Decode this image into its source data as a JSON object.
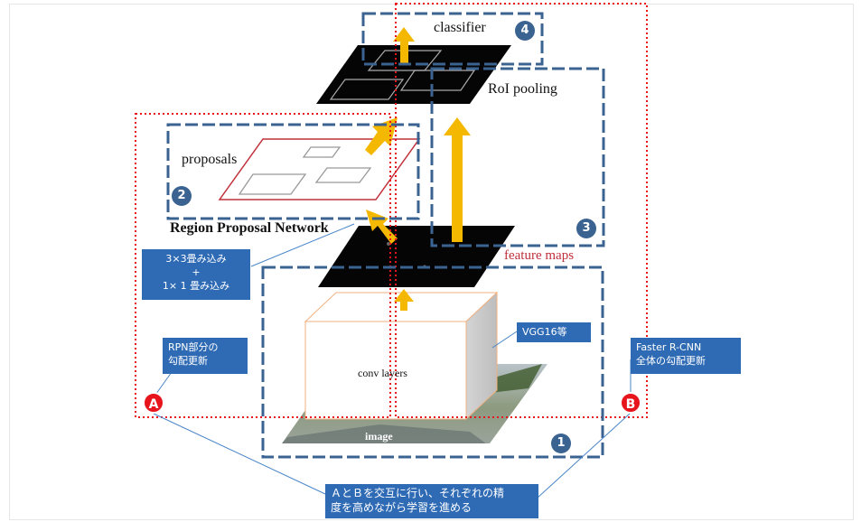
{
  "labels": {
    "classifier": "classifier",
    "roi_pooling": "RoI pooling",
    "proposals": "proposals",
    "rpn": "Region Proposal Network",
    "feature_maps": "feature maps",
    "conv_layers": "conv layers",
    "image": "image"
  },
  "step_numbers": {
    "one": "1",
    "two": "2",
    "three": "3",
    "four": "4"
  },
  "markers": {
    "a": "A",
    "b": "B"
  },
  "callouts": {
    "conv_3x3": "3×3畳み込み\n+\n1× 1 畳み込み",
    "vgg16": "VGG16等",
    "rpn_grad": "RPN部分の\n勾配更新",
    "faster_rcnn": "Faster R-CNN\n全体の勾配更新",
    "bottom": "ＡとＢを交互に行い、それぞれの精\n度を高めながら学習を進める"
  },
  "colors": {
    "dash_blue": "#3b6391",
    "dot_red": "#e8141c",
    "arrow_yellow": "#f5b800",
    "callout_blue": "#2f6bb5"
  }
}
